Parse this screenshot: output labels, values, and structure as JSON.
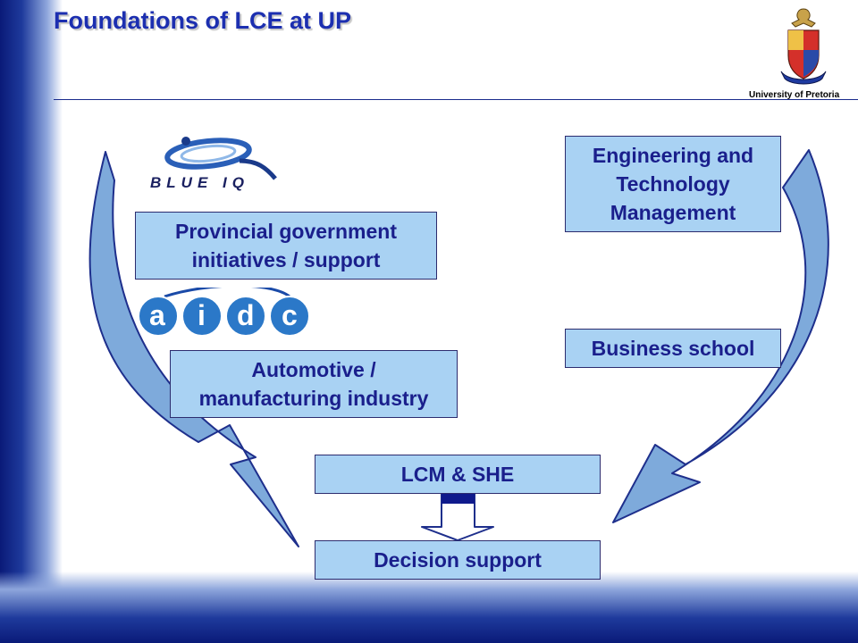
{
  "slide": {
    "title": "Foundations of LCE at UP",
    "institution": "University of Pretoria"
  },
  "logos": {
    "blueiq": {
      "text": "BLUE IQ",
      "icon": "blue-iq-logo"
    },
    "aidc": {
      "letters": [
        "a",
        "i",
        "d",
        "c"
      ],
      "icon": "aidc-logo"
    },
    "crest": {
      "icon": "university-crest"
    }
  },
  "boxes": {
    "provincial": [
      "Provincial government",
      "initiatives / support"
    ],
    "automotive": [
      "Automotive /",
      "manufacturing industry"
    ],
    "engineering": [
      "Engineering and",
      "Technology",
      "Management"
    ],
    "business": "Business school",
    "lcm": "LCM & SHE",
    "decision": "Decision support"
  },
  "colors": {
    "box_fill": "#a9d2f3",
    "box_text": "#1a1f8c",
    "title": "#1c2fb0",
    "arrow_fill": "#7eaadb",
    "arrow_stroke": "#1e2f8c"
  }
}
